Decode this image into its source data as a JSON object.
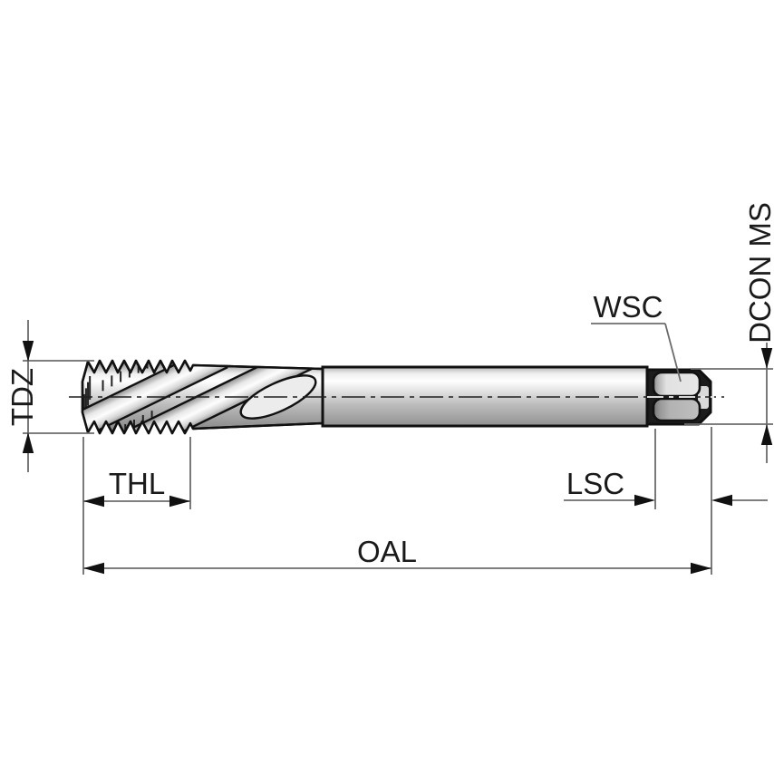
{
  "figure": {
    "title": "Tap dimension drawing",
    "type": "technical line drawing of a spiral-flute tap with dimension callouts"
  },
  "labels": {
    "tdz": "TDZ",
    "thl": "THL",
    "wsc": "WSC",
    "dcon_ms": "DCON MS",
    "lsc": "LSC",
    "oal": "OAL"
  },
  "colors": {
    "background": "#ffffff",
    "outline": "#111111",
    "dimension_line": "#6b6b6b",
    "arrow": "#111111",
    "text": "#1a1a1a",
    "body_light": "#ffffff",
    "body_dark": "#818181",
    "square_fill": "#1c1c1c",
    "facet_top": "#e2e2e2",
    "facet_bottom": "#b2b2b2"
  }
}
